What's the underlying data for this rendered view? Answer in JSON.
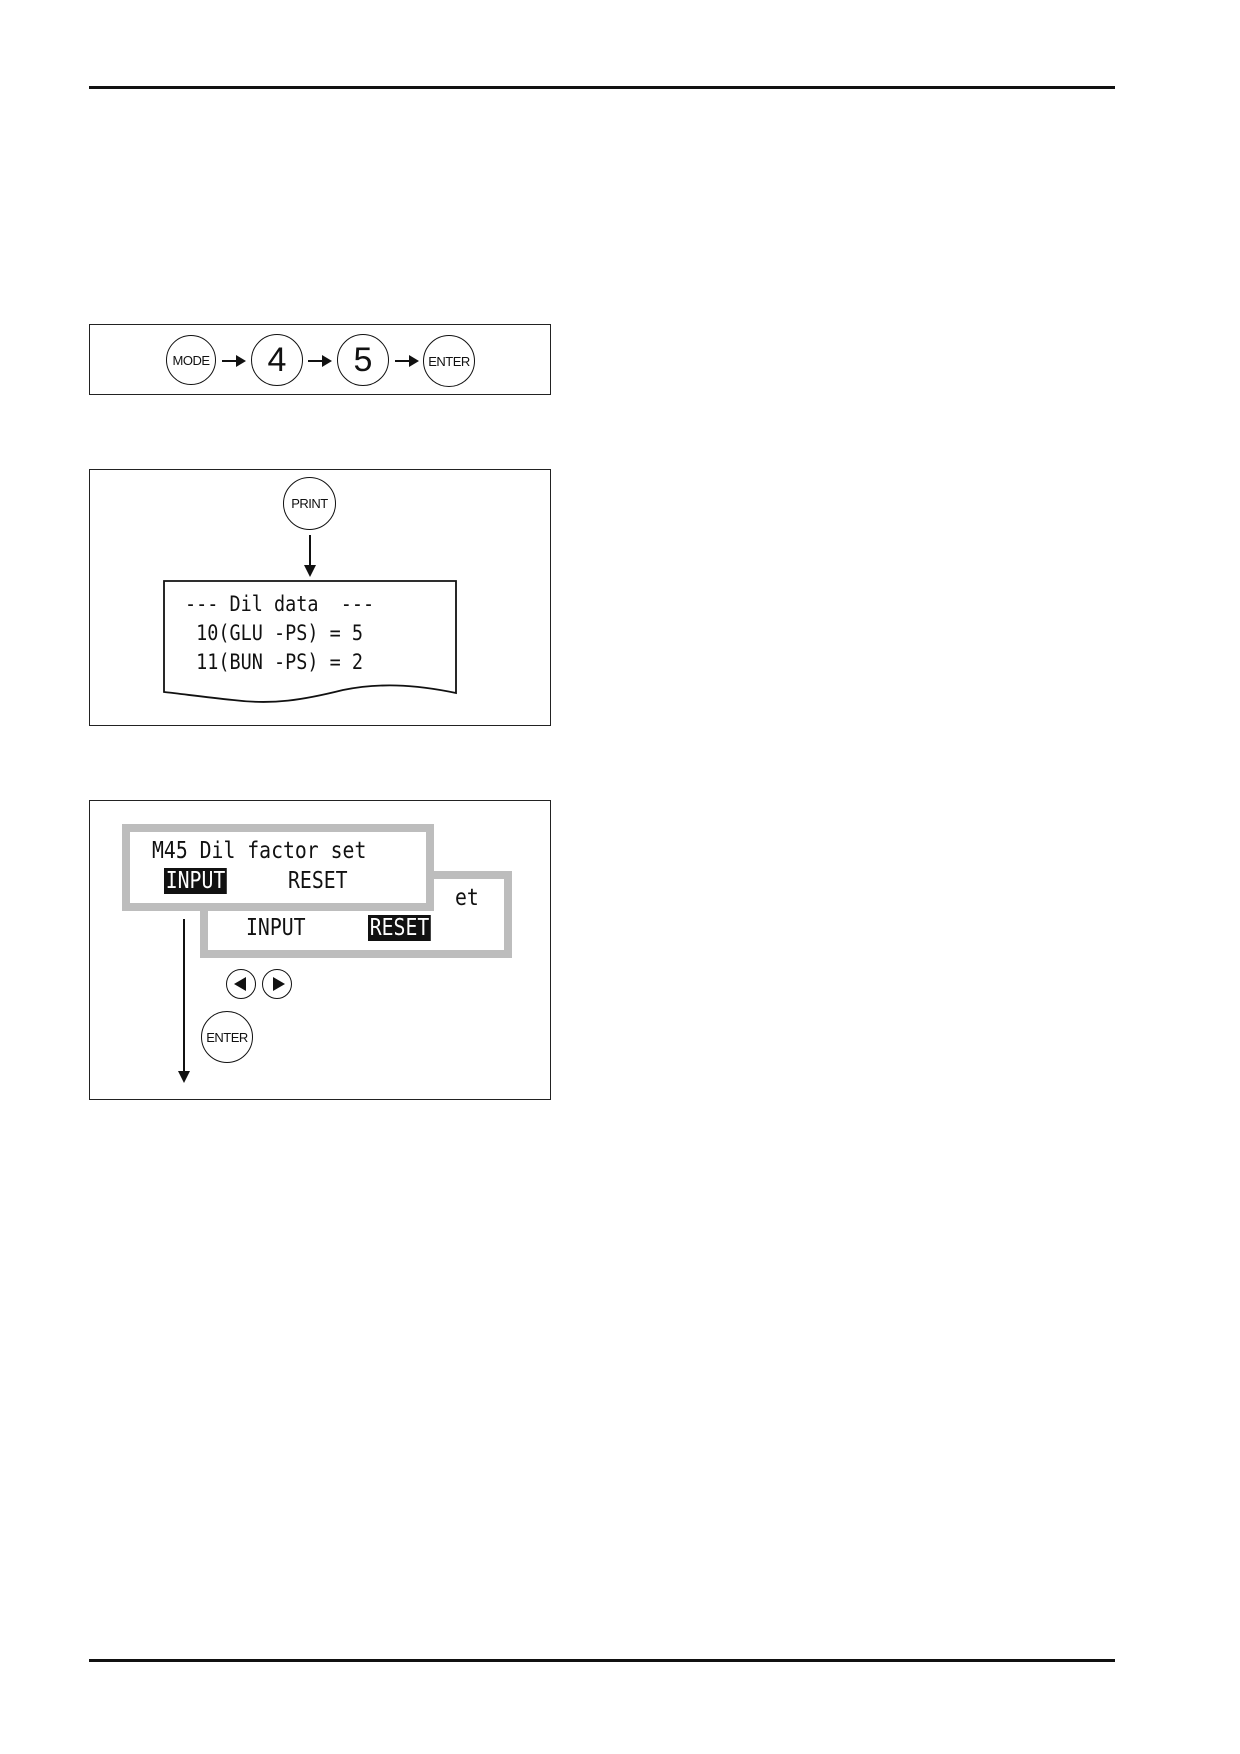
{
  "panel1": {
    "keys": [
      "MODE",
      "4",
      "5",
      "ENTER"
    ]
  },
  "panel2": {
    "print_key": "PRINT",
    "printout": {
      "line1": "--- Dil data  ---",
      "line2": " 10(GLU -PS) = 5",
      "line3": " 11(BUN -PS) = 2"
    }
  },
  "panel3": {
    "front_screen": {
      "title": "M45 Dil factor set",
      "option_input": "INPUT",
      "option_reset": "RESET",
      "selected": "INPUT"
    },
    "back_screen": {
      "title_visible_fragment": "et",
      "option_input": "INPUT",
      "option_reset": "RESET",
      "selected": "RESET"
    },
    "enter_key": "ENTER",
    "left_arrow_icon": "left-triangle-icon",
    "right_arrow_icon": "right-triangle-icon"
  }
}
